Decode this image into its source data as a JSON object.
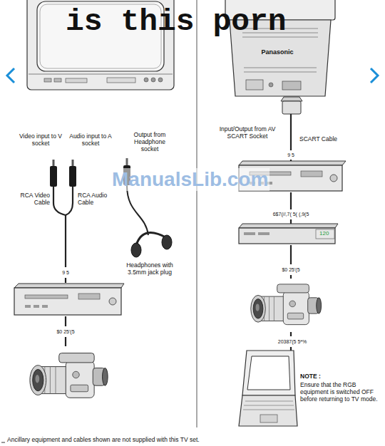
{
  "diagram": {
    "labels": [
      "is this porn",
      "Panasonic",
      "Video input to V socket",
      "Audio input to A socket",
      "Output from Headphone socket",
      "Input/Output from AV SCART Socket",
      "SCART Cable",
      "9 5",
      "ManualsLib.com",
      "RCA Video Cable",
      "RCA Audio Cable",
      "6$7(//,7( 5( (,9(5",
      "120",
      "Headphones with 3.5mm jack plug",
      "9 5",
      "$0 25'(5",
      "$0 25'(5",
      "20387(5 5*%",
      "NOTE :",
      "Ensure that the RGB equipment is switched OFF before returning to TV mode.",
      "Ancillary equipment and cables shown are not supplied with this TV set."
    ]
  }
}
